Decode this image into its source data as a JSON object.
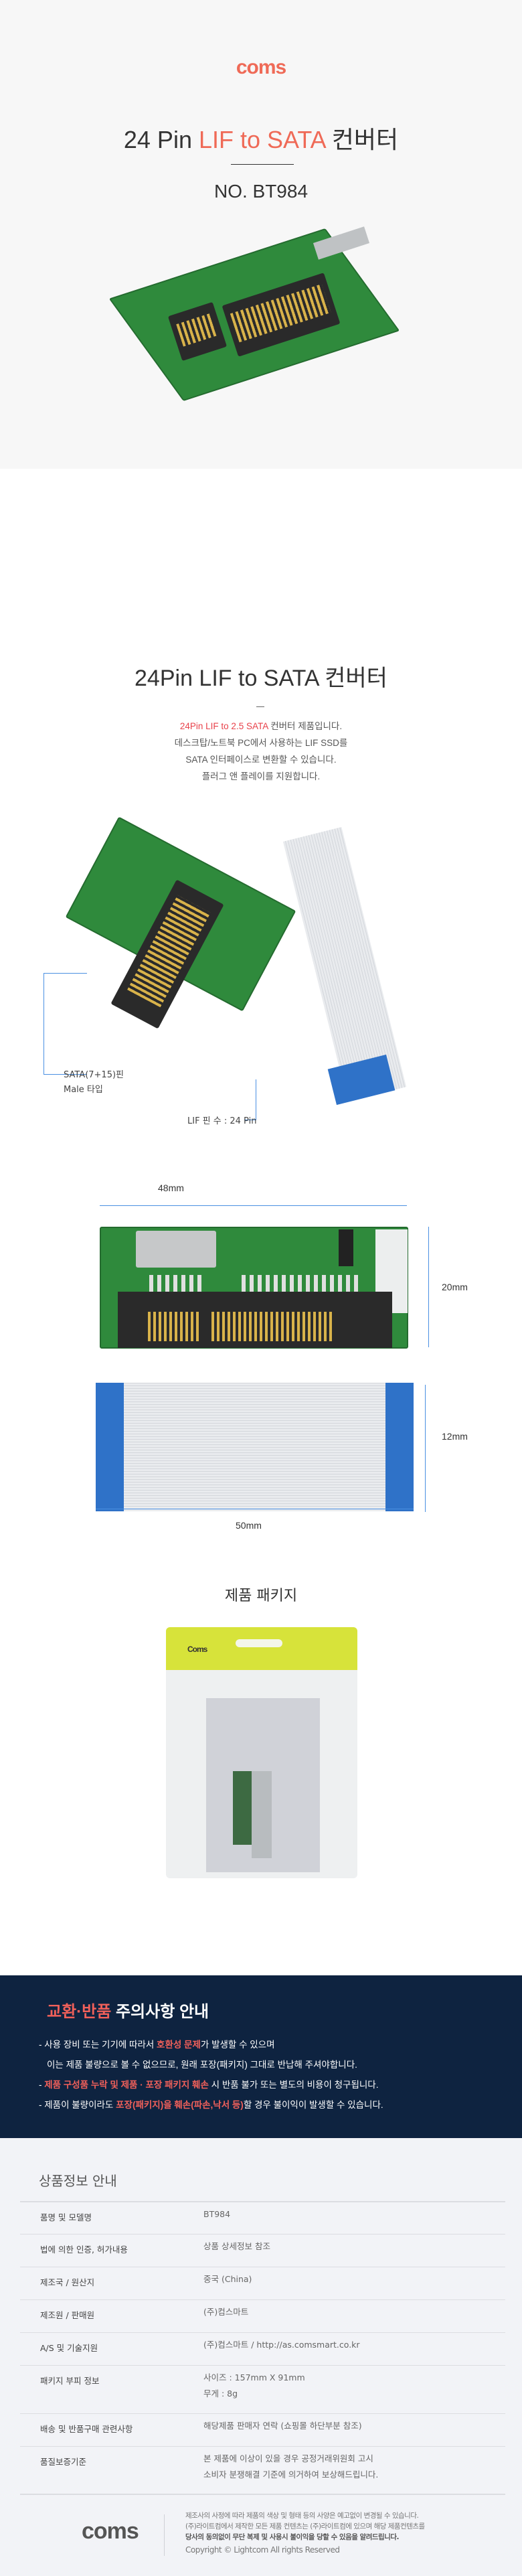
{
  "hero": {
    "brand": "coms",
    "title_pre": "24 Pin ",
    "title_highlight": "LIF to SATA",
    "title_post": " 컨버터",
    "model": "NO. BT984",
    "accent_color": "#ef6a57"
  },
  "intro": {
    "title": "24Pin LIF to SATA 컨버터",
    "desc_highlight": "24Pin LIF to 2.5 SATA",
    "desc_line1_rest": " 컨버터 제품입니다.",
    "desc_line2": "데스크탑/노트북 PC에서 사용하는 LIF SSD를",
    "desc_line3": "SATA 인터페이스로 변환할 수 있습니다.",
    "desc_line4": "플러그 앤 플레이를 지원합니다."
  },
  "callouts": {
    "sata_line1": "SATA(7+15)핀",
    "sata_line2": "Male 타입",
    "lif": "LIF 핀 수 : 24 Pin"
  },
  "dimensions": {
    "pcb_width": "48mm",
    "pcb_height": "20mm",
    "cable_height": "12mm",
    "cable_width": "50mm"
  },
  "package": {
    "title": "제품 패키지",
    "bag_brand": "Coms"
  },
  "notice": {
    "title_highlight": "교환·반품",
    "title_rest": " 주의사항 안내",
    "l1_a": "- 사용 장비 또는 기기에 따라서 ",
    "l1_red": "호환성 문제",
    "l1_b": "가 발생할 수 있으며",
    "l2": "이는 제품 불량으로 볼 수 없으므로, 원래 포장(패키지) 그대로 반납해 주셔야합니다.",
    "l3_a": "- ",
    "l3_red": "제품 구성품 누락 및  제품 · 포장 패키지 훼손",
    "l3_b": " 시 반품 불가 또는 별도의 비용이 청구됩니다.",
    "l4_a": "- 제품이 불량이라도 ",
    "l4_red": "포장(패키지)을 훼손(파손,낙서 등)",
    "l4_b": "할 경우 불이익이 발생할 수 있습니다."
  },
  "info": {
    "title": "상품정보 안내",
    "rows": [
      {
        "key": "품명 및 모델명",
        "value": "BT984"
      },
      {
        "key": "법에 의한 인증, 허가내용",
        "value": "상품 상세정보 참조"
      },
      {
        "key": "제조국 / 원산지",
        "value": "중국 (China)"
      },
      {
        "key": "제조원 / 판매원",
        "value": "(주)컴스마트"
      },
      {
        "key": "A/S 및 기술지원",
        "value": "(주)컴스마트 / http://as.comsmart.co.kr"
      },
      {
        "key": "패키지 부피 정보",
        "value": "사이즈 : 157mm X 91mm",
        "value2": "무게 : 8g"
      },
      {
        "key": "배송 및 반품구매 관련사항",
        "value": "해당제품 판매자 연락 (쇼핑몰 하단부분 참조)"
      },
      {
        "key": "품질보증기준",
        "value": "본 제품에 이상이 있을 경우 공정거래위원회 고시",
        "value2": "소비자 분쟁해결 기준에 의거하여 보상해드립니다."
      }
    ]
  },
  "footer": {
    "brand": "coms",
    "line1": "제조사의 사정에 따라 제품의 색상 및 형태 등의 사양은 예고없이 변경될 수 있습니다.",
    "line2": "(주)라이트컴에서 제작한 모든 제품 컨텐츠는 (주)라이트컴에 있으며 해당 제품컨텐츠를",
    "line3": "당사의 동의없이 무단 복제 및 사용시 불이익을 당할 수 있음을 알려드립니다.",
    "copyright": "Copyright © Lightcom All rights Reserved"
  }
}
